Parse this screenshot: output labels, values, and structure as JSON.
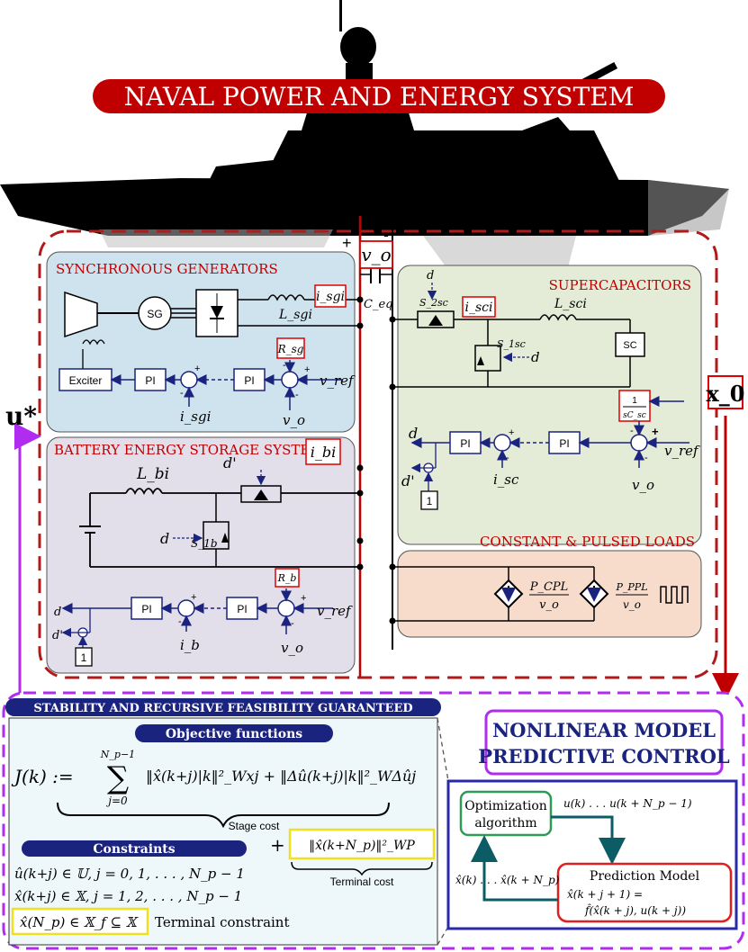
{
  "title": "NAVAL POWER AND  ENERGY SYSTEM",
  "bus": {
    "voltage": "v_o",
    "capacitor": "C_eq",
    "plus": "+",
    "minus": "-"
  },
  "sg": {
    "heading": "SYNCHRONOUS GENERATORS",
    "sg_label": "SG",
    "exciter": "Exciter",
    "pi": "PI",
    "inductor": "L_sgi",
    "current": "i_sgi",
    "resistor": "R_sg",
    "ref": "v_ref",
    "fb_current": "i_sgi",
    "fb_voltage": "v_o"
  },
  "sc": {
    "heading": "SUPERCAPACITORS",
    "switch_top": "S_2sc",
    "switch_bottom": "S_1sc",
    "duty": "d",
    "current": "i_sci",
    "inductor": "L_sci",
    "box": "SC",
    "gain_num": "1",
    "gain_den": "sC_sc",
    "pi": "PI",
    "out_d": "d",
    "out_dp": "d'",
    "one": "1",
    "fb_current": "i_sc",
    "fb_voltage": "v_o",
    "ref": "v_ref"
  },
  "bess": {
    "heading": "BATTERY ENERGY STORAGE SYSTEMS",
    "inductor": "L_bi",
    "dp": "d'",
    "current": "i_bi",
    "switch": "S_1b",
    "duty": "d",
    "resistor": "R_b",
    "pi": "PI",
    "out_d": "d",
    "out_dp": "d'",
    "one": "1",
    "fb_current": "i_b",
    "fb_voltage": "v_o",
    "ref": "v_ref"
  },
  "loads": {
    "heading": "CONSTANT & PULSED LOADS",
    "cpl_num": "P_CPL",
    "cpl_den": "v_o",
    "ppl_num": "P_PPL",
    "ppl_den": "v_o"
  },
  "signals": {
    "u_star": "u*",
    "x0": "x_0"
  },
  "nmpc": {
    "banner": "STABILITY AND RECURSIVE FEASIBILITY GUARANTEED",
    "title_line1": "NONLINEAR MODEL",
    "title_line2": "PREDICTIVE CONTROL",
    "objective_heading": "Objective functions",
    "constraints_heading": "Constraints",
    "cost_lhs": "J(k) :=",
    "sum_top": "N_p−1",
    "sum_bottom": "j=0",
    "cost_terms": "‖x̂(k+j)|k‖²_Wxj + ‖Δû(k+j)|k‖²_WΔûj",
    "stage_cost": "Stage cost",
    "terminal_term": "‖x̂(k+N_p)‖²_WP",
    "terminal_cost": "Terminal cost",
    "c1": "û(k+j) ∈ 𝕌,   j = 0, 1, . . . , N_p − 1",
    "c2": "x̂(k+j) ∈ 𝕏,   j = 1, 2, . . . , N_p − 1",
    "c3": "x̂(N_p) ∈ 𝕏_f ⊆ 𝕏",
    "c3_label": "Terminal constraint",
    "opt_line1": "Optimization",
    "opt_line2": "algorithm",
    "u_seq": "u(k) . . . u(k + N_p − 1)",
    "x_seq": "x̂(k) . . . x̂(k + N_p)",
    "pred_title": "Prediction Model",
    "pred_eq1": "x̂(k + j + 1) =",
    "pred_eq2": "f̂(x̂(k + j), u(k + j))"
  },
  "colors": {
    "red": "#c00000",
    "dashed_red": "#b01a1a",
    "navy": "#1a237e",
    "violet": "#b02cf0",
    "sg_bg": "#cfe3ee",
    "bess_bg": "#e2deea",
    "sc_bg": "#e4ebd6",
    "load_bg": "#f7dccc",
    "nmpc_bg": "#eef8fb",
    "yellow": "#f0e020",
    "green": "#2e9b55",
    "teal": "#0c5c66"
  }
}
